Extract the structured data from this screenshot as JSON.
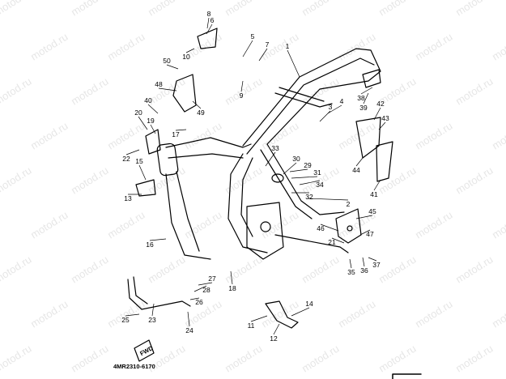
{
  "diagram_code": "4MR2310-6170",
  "watermark_text": "motod.ru",
  "fwd_badge": "FWD",
  "part_numbers": [
    "1",
    "2",
    "3",
    "4",
    "5",
    "6",
    "7",
    "8",
    "9",
    "10",
    "11",
    "12",
    "13",
    "14",
    "15",
    "16",
    "17",
    "18",
    "19",
    "20",
    "21",
    "22",
    "23",
    "24",
    "25",
    "26",
    "27",
    "28",
    "29",
    "30",
    "31",
    "32",
    "33",
    "34",
    "35",
    "36",
    "37",
    "38",
    "39",
    "40",
    "41",
    "42",
    "43",
    "44",
    "45",
    "46",
    "47",
    "48",
    "49",
    "50"
  ],
  "colors": {
    "line": "#000000",
    "watermark": "#c9c9c9",
    "background": "#ffffff"
  }
}
